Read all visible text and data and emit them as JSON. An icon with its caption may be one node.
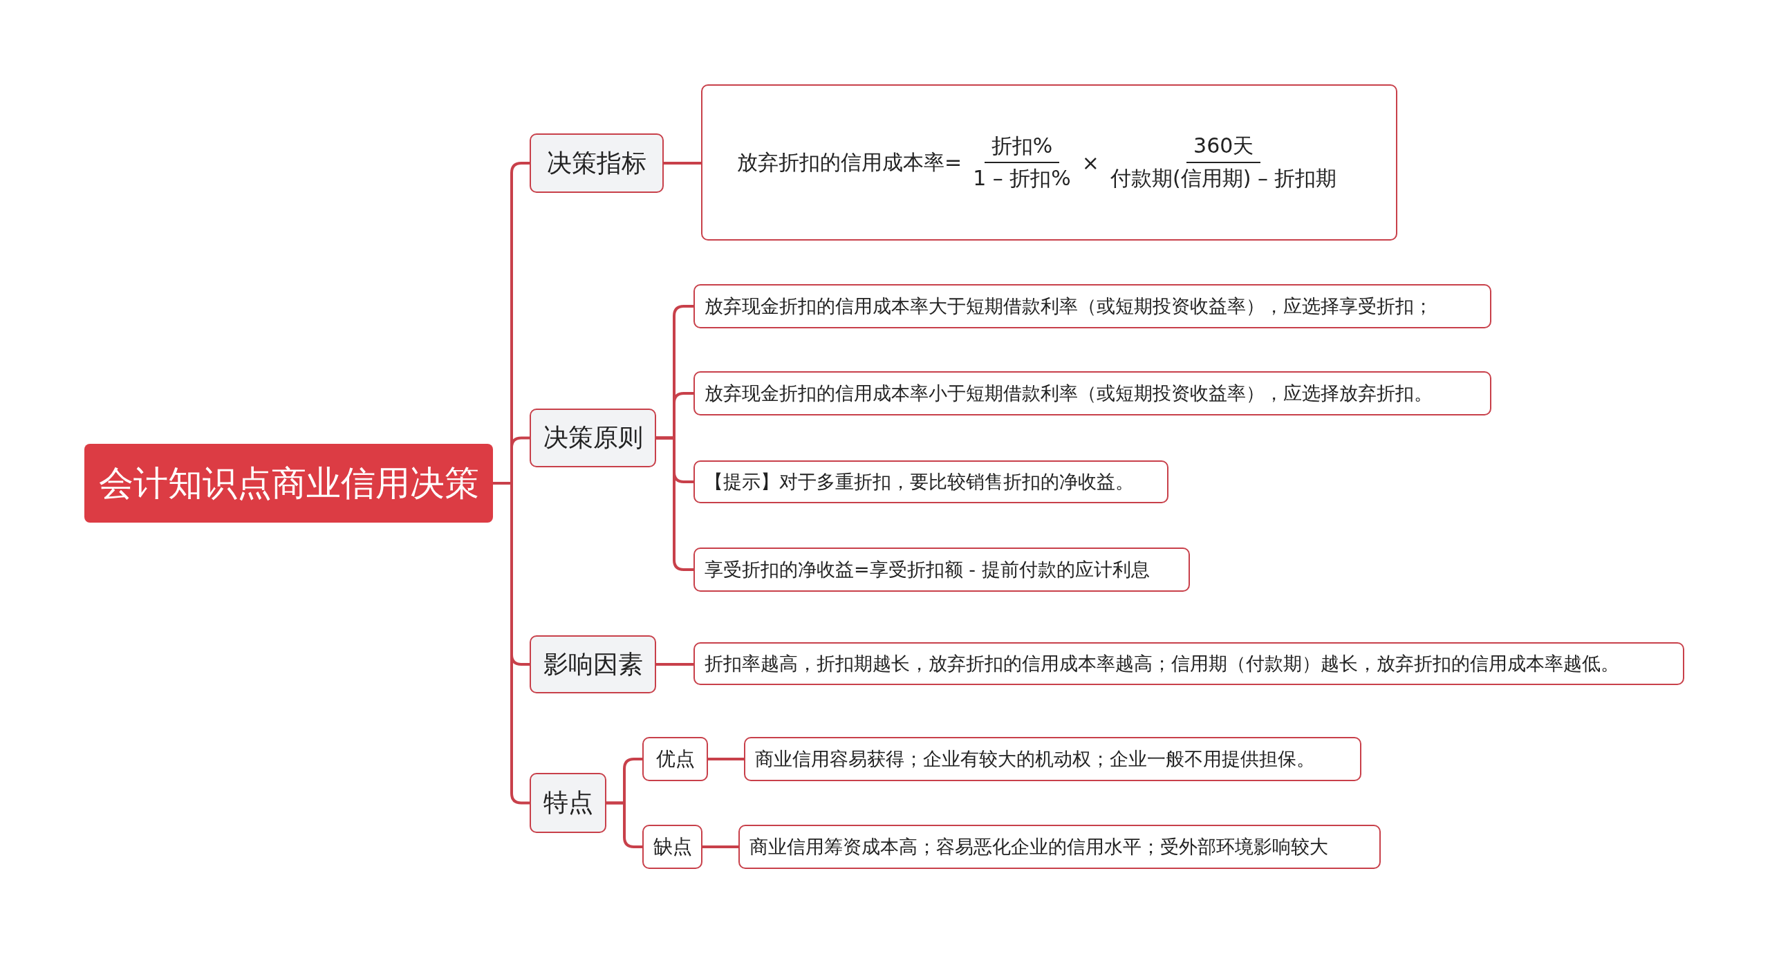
{
  "diagram": {
    "nodes": [
      {
        "text": [
          "会计知识点商业信用决策"
        ]
      },
      {
        "text": [
          "决策指标"
        ]
      },
      {
        "text": [
          "放弃折扣的信用成本率=",
          "折扣%",
          "1 – 折扣%",
          "×",
          "360天",
          "付款期(信用期) – 折扣期"
        ]
      },
      {
        "text": [
          "决策原则"
        ]
      },
      {
        "text": [
          "放弃现金折扣的信用成本率大于短期借款利率（或短期投资收益率），应选择享受折扣；"
        ]
      },
      {
        "text": [
          "放弃现金折扣的信用成本率小于短期借款利率（或短期投资收益率），应选择放弃折扣。"
        ]
      },
      {
        "text": [
          "【提示】对于多重折扣，要比较销售折扣的净收益。"
        ]
      },
      {
        "text": [
          "享受折扣的净收益=享受折扣额 - 提前付款的应计利息"
        ]
      },
      {
        "text": [
          "影响因素"
        ]
      },
      {
        "text": [
          "折扣率越高，折扣期越长，放弃折扣的信用成本率越高；信用期（付款期）越长，放弃折扣的信用成本率越低。"
        ]
      },
      {
        "text": [
          "特点"
        ]
      },
      {
        "text": [
          "优点"
        ]
      },
      {
        "text": [
          "缺点"
        ]
      },
      {
        "text": [
          "商业信用容易获得；企业有较大的机动权；企业一般不用提供担保。"
        ]
      },
      {
        "text": [
          "商业信用筹资成本高；容易恶化企业的信用水平；受外部环境影响较大"
        ]
      }
    ],
    "edges": [
      {
        "from": 0,
        "to": 1,
        "arrow": "none"
      },
      {
        "from": 0,
        "to": 3,
        "arrow": "none"
      },
      {
        "from": 0,
        "to": 8,
        "arrow": "none"
      },
      {
        "from": 0,
        "to": 10,
        "arrow": "none"
      },
      {
        "from": 1,
        "to": 2,
        "arrow": "none"
      },
      {
        "from": 3,
        "to": 4,
        "arrow": "none"
      },
      {
        "from": 3,
        "to": 5,
        "arrow": "none"
      },
      {
        "from": 3,
        "to": 6,
        "arrow": "none"
      },
      {
        "from": 3,
        "to": 7,
        "arrow": "none"
      },
      {
        "from": 8,
        "to": 9,
        "arrow": "none"
      },
      {
        "from": 10,
        "to": 11,
        "arrow": "none"
      },
      {
        "from": 10,
        "to": 12,
        "arrow": "none"
      },
      {
        "from": 11,
        "to": 13,
        "arrow": "none"
      },
      {
        "from": 12,
        "to": 14,
        "arrow": "none"
      }
    ]
  }
}
